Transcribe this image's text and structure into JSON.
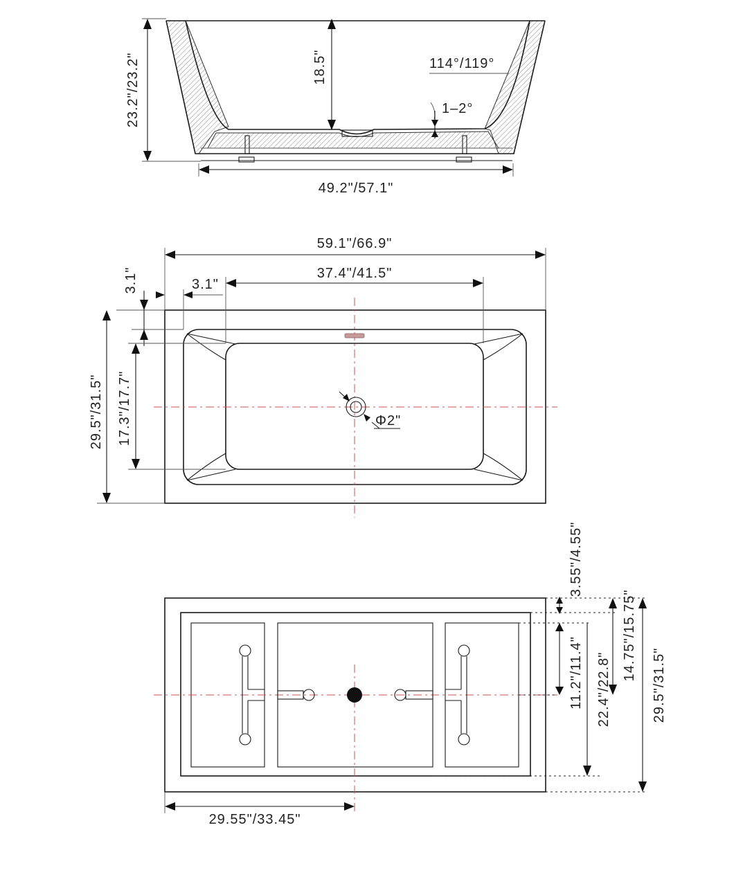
{
  "side_view": {
    "height_label": "23.2\"/23.2\"",
    "depth_label": "18.5\"",
    "angle_label": "114°/119°",
    "slope_label": "1–2°",
    "base_label": "49.2\"/57.1\""
  },
  "top_view": {
    "length_label": "59.1\"/66.9\"",
    "inner_length_label": "37.4\"/41.5\"",
    "rim_label": "3.1\"",
    "rim_vertical_label": "3.1\"",
    "width_label": "29.5\"/31.5\"",
    "inner_width_label": "17.3\"/17.7\"",
    "drain_label": "Φ2\""
  },
  "bottom_view": {
    "half_length_label": "29.55\"/33.45\"",
    "dim_a_label": "3.55\"/4.55\"",
    "dim_b_label": "11.2\"/11.4\"",
    "dim_c_label": "22.4\"/22.8\"",
    "dim_d_label": "14.75\"/15.75\"",
    "dim_e_label": "29.5\"/31.5\""
  },
  "colors": {
    "line": "#1a1a1a",
    "centerline": "#d05050",
    "drain_plug": "#c89a9a"
  }
}
